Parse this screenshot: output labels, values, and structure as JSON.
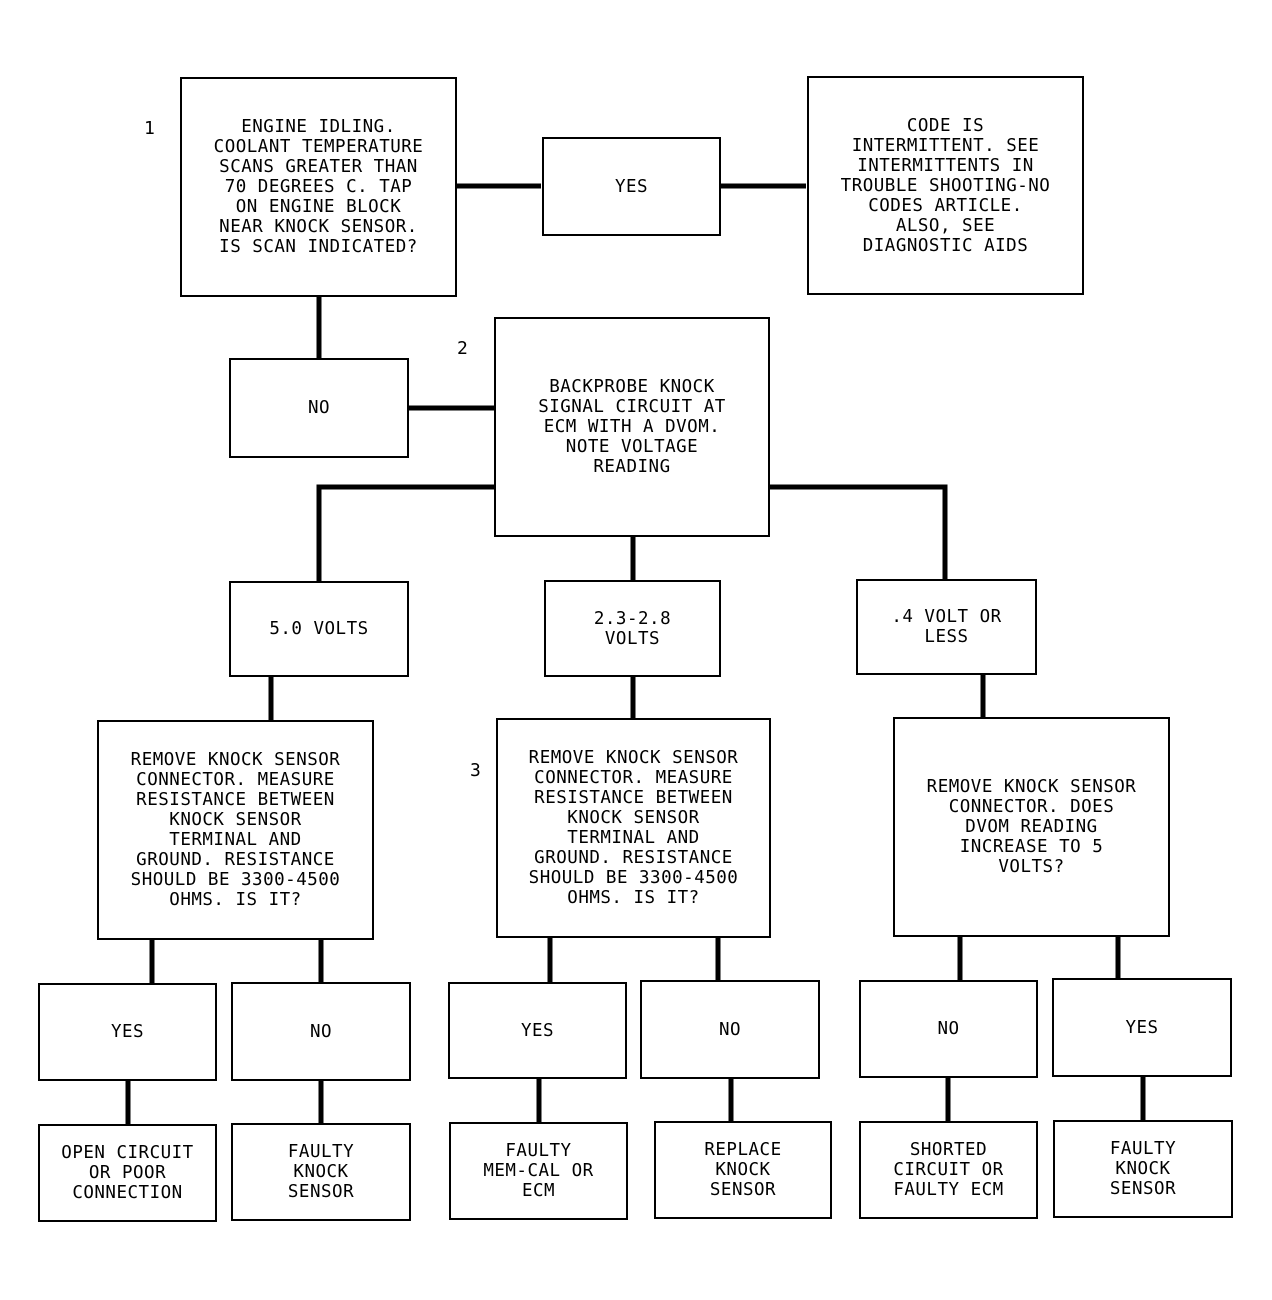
{
  "steps": {
    "s1": "1",
    "s2": "2",
    "s3": "3"
  },
  "boxes": {
    "engine_idling": "ENGINE IDLING.\nCOOLANT TEMPERATURE\nSCANS GREATER THAN\n70 DEGREES C. TAP\nON ENGINE BLOCK\nNEAR KNOCK SENSOR.\nIS SCAN INDICATED?",
    "yes_top": "YES",
    "intermittent": "CODE IS\nINTERMITTENT. SEE\nINTERMITTENTS IN\nTROUBLE SHOOTING-NO\nCODES ARTICLE.\nALSO, SEE\nDIAGNOSTIC AIDS",
    "no_top": "NO",
    "backprobe": "BACKPROBE KNOCK\nSIGNAL CIRCUIT AT\nECM WITH A DVOM.\nNOTE VOLTAGE\nREADING",
    "v_5": "5.0 VOLTS",
    "v_mid": "2.3-2.8\nVOLTS",
    "v_low": ".4 VOLT OR\nLESS",
    "measure_left": "REMOVE KNOCK SENSOR\nCONNECTOR. MEASURE\nRESISTANCE BETWEEN\nKNOCK SENSOR\nTERMINAL AND\nGROUND. RESISTANCE\nSHOULD BE 3300-4500\nOHMS. IS IT?",
    "measure_mid": "REMOVE KNOCK SENSOR\nCONNECTOR. MEASURE\nRESISTANCE BETWEEN\nKNOCK SENSOR\nTERMINAL AND\nGROUND. RESISTANCE\nSHOULD BE 3300-4500\nOHMS. IS IT?",
    "remove_right": "REMOVE KNOCK SENSOR\nCONNECTOR. DOES\nDVOM READING\nINCREASE TO 5\nVOLTS?",
    "yes_a": "YES",
    "no_a": "NO",
    "yes_b": "YES",
    "no_b": "NO",
    "no_c": "NO",
    "yes_c": "YES",
    "open_circuit": "OPEN CIRCUIT\nOR POOR\nCONNECTION",
    "faulty_sensor_a": "FAULTY\nKNOCK\nSENSOR",
    "faulty_memcal": "FAULTY\nMEM-CAL OR\nECM",
    "replace_sensor": "REPLACE\nKNOCK\nSENSOR",
    "shorted": "SHORTED\nCIRCUIT OR\nFAULTY ECM",
    "faulty_sensor_c": "FAULTY\nKNOCK\nSENSOR"
  }
}
